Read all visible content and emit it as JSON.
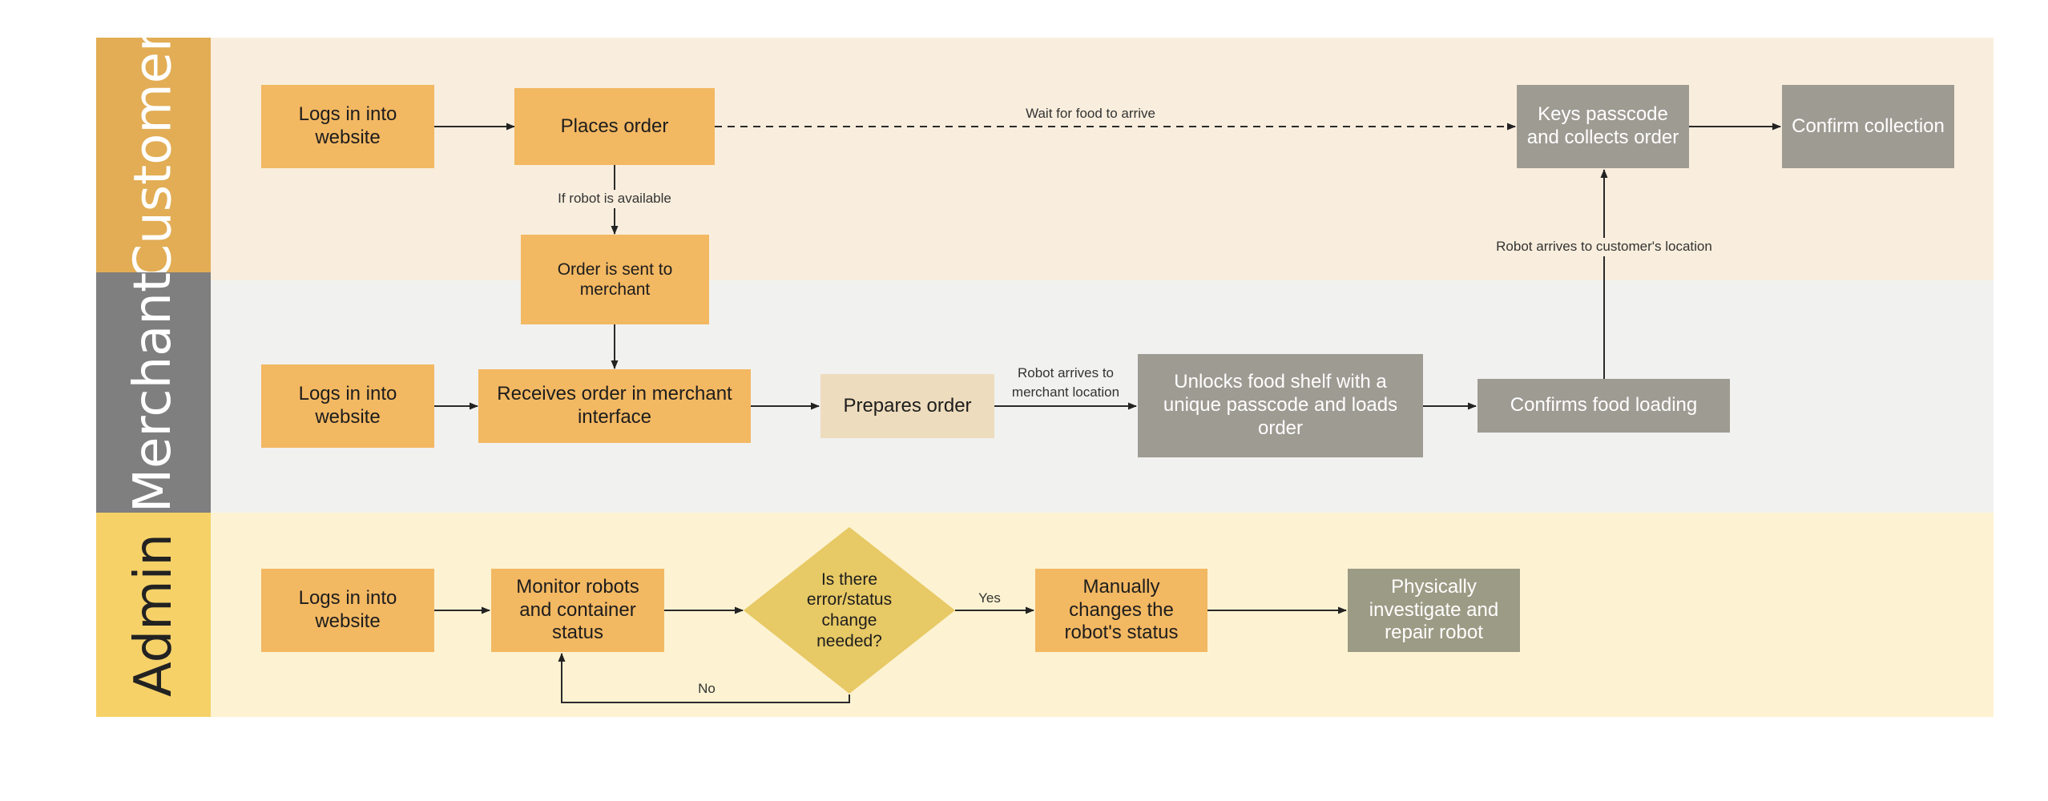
{
  "lanes": {
    "customer": "Customer",
    "merchant": "Merchant",
    "admin": "Admin"
  },
  "colors": {
    "customer_bg": "#f9eedd",
    "merchant_bg": "#f1f1f0",
    "admin_bg": "#fdf3d2",
    "customer_label": "#e2ad55",
    "merchant_label": "#7f7f7f",
    "admin_label": "#f6d168",
    "node_orange": "#f3b862",
    "node_grey": "#9e9b93",
    "diamond": "#e7c965"
  },
  "nodes": {
    "c_login": "Logs in into website",
    "c_place": "Places order",
    "c_sent": "Order is sent to merchant",
    "c_keys": "Keys passcode and collects order",
    "c_confirm": "Confirm collection",
    "m_login": "Logs in into website",
    "m_receive": "Receives order in merchant interface",
    "m_prepare": "Prepares order",
    "m_unlock": "Unlocks food shelf with a unique passcode and loads order",
    "m_confirm": "Confirms food loading",
    "a_login": "Logs in into website",
    "a_monitor": "Monitor robots and container status",
    "a_decision": "Is there error/status change needed?",
    "a_manual": "Manually changes the robot's status",
    "a_repair": "Physically investigate and repair robot"
  },
  "edge_labels": {
    "wait": "Wait for food to arrive",
    "robot_available": "If robot is available",
    "robot_merchant_1": "Robot arrives to",
    "robot_merchant_2": "merchant location",
    "robot_customer": "Robot arrives to customer's location",
    "yes": "Yes",
    "no": "No"
  }
}
